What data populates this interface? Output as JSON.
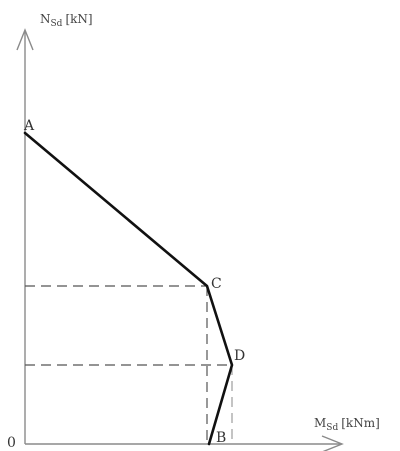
{
  "diagram": {
    "y_axis_label": "N",
    "y_axis_subscript": "Sd",
    "y_axis_unit": "[kN]",
    "x_axis_label": "M",
    "x_axis_subscript": "Sd",
    "x_axis_unit": "[kNm]",
    "origin_label": "0",
    "points": {
      "A": "A",
      "C": "C",
      "D": "D",
      "B": "B"
    }
  },
  "colors": {
    "curve": "#111111",
    "axis": "#8a8a8a",
    "dashed": "#555555"
  }
}
